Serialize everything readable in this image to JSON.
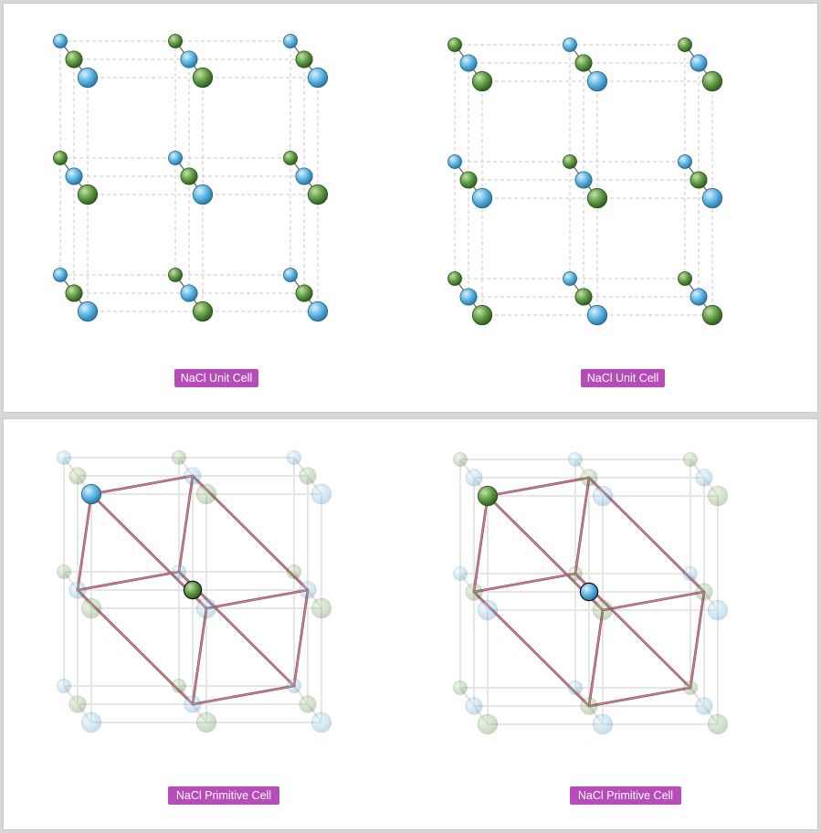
{
  "colors": {
    "sodium_blue": "#5ab4e2",
    "chloride_green": "#5f9b45",
    "primitive_edge": "#c98592",
    "label_bg": "#b64bb9"
  },
  "panels": {
    "top_left": {
      "label": "NaCl Unit Cell",
      "corner_ion": "sodium"
    },
    "top_right": {
      "label": "NaCl Unit Cell",
      "corner_ion": "chloride"
    },
    "bottom_left": {
      "label": "NaCl Primitive Cell",
      "corner_ion": "sodium",
      "basis_ion": "chloride"
    },
    "bottom_right": {
      "label": "NaCl Primitive Cell",
      "corner_ion": "chloride",
      "basis_ion": "sodium"
    }
  }
}
